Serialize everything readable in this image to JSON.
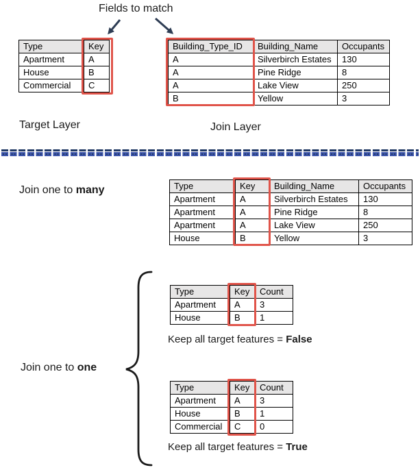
{
  "title": "Fields to match",
  "colors": {
    "highlight_red": "#E0544A",
    "header_gray": "#E7E6E6",
    "divider_blue": "#3D55AB",
    "divider_navy": "#203864",
    "arrow_navy": "#2E3D54"
  },
  "target_layer": {
    "label": "Target Layer",
    "table": {
      "headers": [
        "Type",
        "Key"
      ],
      "rows": [
        [
          "Apartment",
          "A"
        ],
        [
          "House",
          "B"
        ],
        [
          "Commercial",
          "C"
        ]
      ]
    }
  },
  "join_layer": {
    "label": "Join Layer",
    "table": {
      "headers": [
        "Building_Type_ID",
        "Building_Name",
        "Occupants"
      ],
      "rows": [
        [
          "A",
          "Silverbirch Estates",
          "130"
        ],
        [
          "A",
          "Pine Ridge",
          "8"
        ],
        [
          "A",
          "Lake View",
          "250"
        ],
        [
          "B",
          "Yellow",
          "3"
        ]
      ]
    }
  },
  "one_to_many": {
    "label_prefix": "Join one to ",
    "label_bold": "many",
    "table": {
      "headers": [
        "Type",
        "Key",
        "Building_Name",
        "Occupants"
      ],
      "rows": [
        [
          "Apartment",
          "A",
          "Silverbirch Estates",
          "130"
        ],
        [
          "Apartment",
          "A",
          "Pine Ridge",
          "8"
        ],
        [
          "Apartment",
          "A",
          "Lake View",
          "250"
        ],
        [
          "House",
          "B",
          "Yellow",
          "3"
        ]
      ]
    }
  },
  "one_to_one": {
    "label_prefix": "Join one to ",
    "label_bold": "one",
    "false_result": {
      "table": {
        "headers": [
          "Type",
          "Key",
          "Count"
        ],
        "rows": [
          [
            "Apartment",
            "A",
            "3"
          ],
          [
            "House",
            "B",
            "1"
          ]
        ]
      },
      "caption_prefix": "Keep all target features = ",
      "caption_bold": "False"
    },
    "true_result": {
      "table": {
        "headers": [
          "Type",
          "Key",
          "Count"
        ],
        "rows": [
          [
            "Apartment",
            "A",
            "3"
          ],
          [
            "House",
            "B",
            "1"
          ],
          [
            "Commercial",
            "C",
            "0"
          ]
        ]
      },
      "caption_prefix": "Keep all target features = ",
      "caption_bold": "True"
    }
  }
}
